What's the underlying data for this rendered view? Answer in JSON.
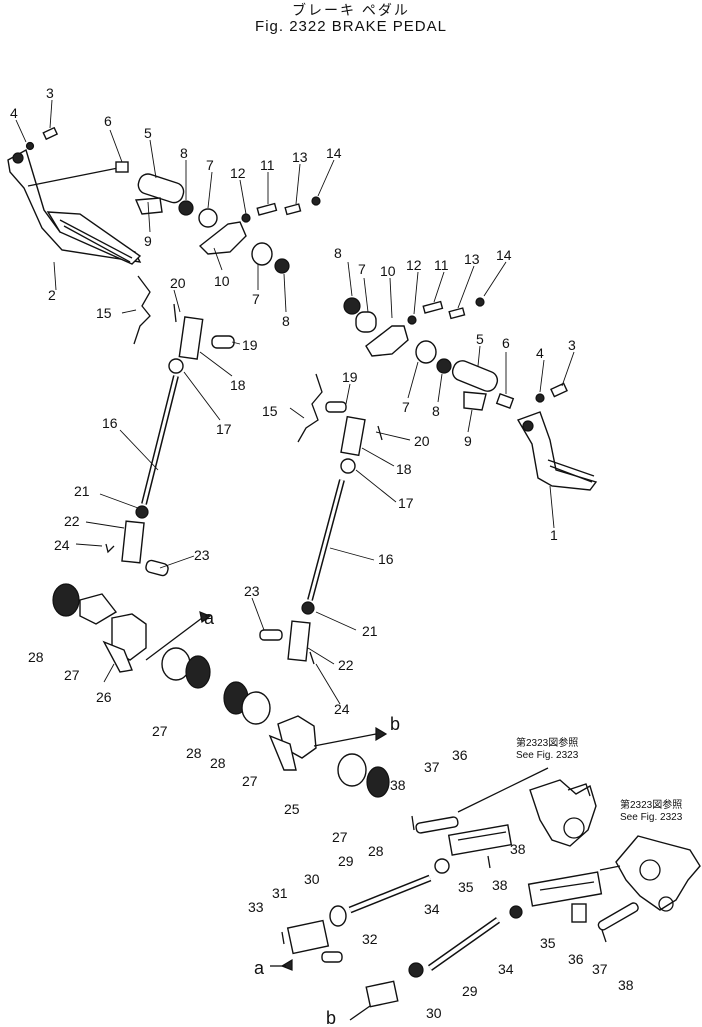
{
  "header": {
    "japanese_title": "ブレーキ ペダル",
    "figure_title": "Fig. 2322 BRAKE PEDAL"
  },
  "notes": {
    "jp": "第2323図参照",
    "en": "See Fig. 2323"
  },
  "refs": {
    "a": "a",
    "b": "b"
  },
  "callouts": [
    "1",
    "2",
    "3",
    "4",
    "5",
    "6",
    "7",
    "8",
    "9",
    "10",
    "11",
    "12",
    "13",
    "14",
    "15",
    "16",
    "17",
    "18",
    "19",
    "20",
    "21",
    "22",
    "23",
    "24",
    "25",
    "26",
    "27",
    "28",
    "29",
    "30",
    "31",
    "32",
    "33",
    "34",
    "35",
    "36",
    "37",
    "38"
  ]
}
